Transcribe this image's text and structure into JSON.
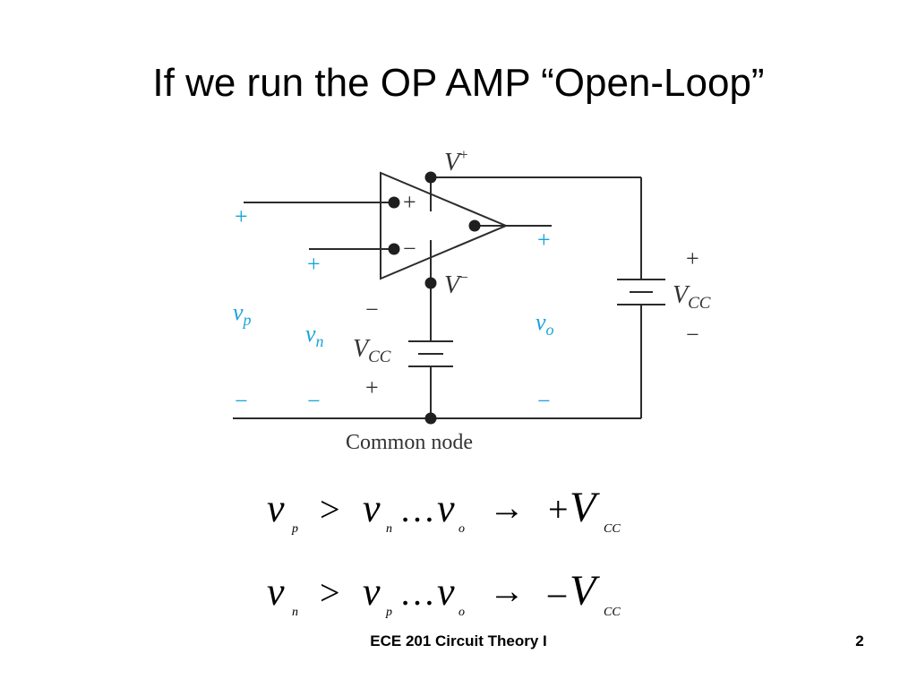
{
  "slide": {
    "title": "If we run the OP AMP “Open-Loop”",
    "footer_course": "ECE 201 Circuit Theory I",
    "page_number": "2"
  },
  "diagram": {
    "colors": {
      "wire": "#2b2b2b",
      "label_blue": "#1aa3d9",
      "label_dark": "#3a3a3a"
    },
    "supply_pos_label": "V",
    "supply_pos_sup": "+",
    "supply_neg_label": "V",
    "supply_neg_sup": "−",
    "plus_input_sign": "+",
    "minus_input_sign": "−",
    "vp_plus": "+",
    "vp_base": "v",
    "vp_sub": "p",
    "vp_minus": "−",
    "vn_plus": "+",
    "vn_base": "v",
    "vn_sub": "n",
    "vn_minus": "−",
    "vo_plus": "+",
    "vo_base": "v",
    "vo_sub": "o",
    "vo_minus": "−",
    "vcc_left_top": "−",
    "vcc_left_base": "V",
    "vcc_left_sub": "CC",
    "vcc_left_bottom": "+",
    "vcc_right_top": "+",
    "vcc_right_base": "V",
    "vcc_right_sub": "CC",
    "vcc_right_bottom": "−",
    "common_node_label": "Common node"
  },
  "equations": {
    "eq1": {
      "a": "v",
      "a_sub": "p",
      "gt": ">",
      "b": "v",
      "b_sub": "n",
      "dots": "…",
      "c": "v",
      "c_sub": "o",
      "arrow": "→",
      "sign": "+",
      "d": "V",
      "d_sub": "CC"
    },
    "eq2": {
      "a": "v",
      "a_sub": "n",
      "gt": ">",
      "b": "v",
      "b_sub": "p",
      "dots": "…",
      "c": "v",
      "c_sub": "o",
      "arrow": "→",
      "sign": "–",
      "d": "V",
      "d_sub": "CC"
    }
  }
}
